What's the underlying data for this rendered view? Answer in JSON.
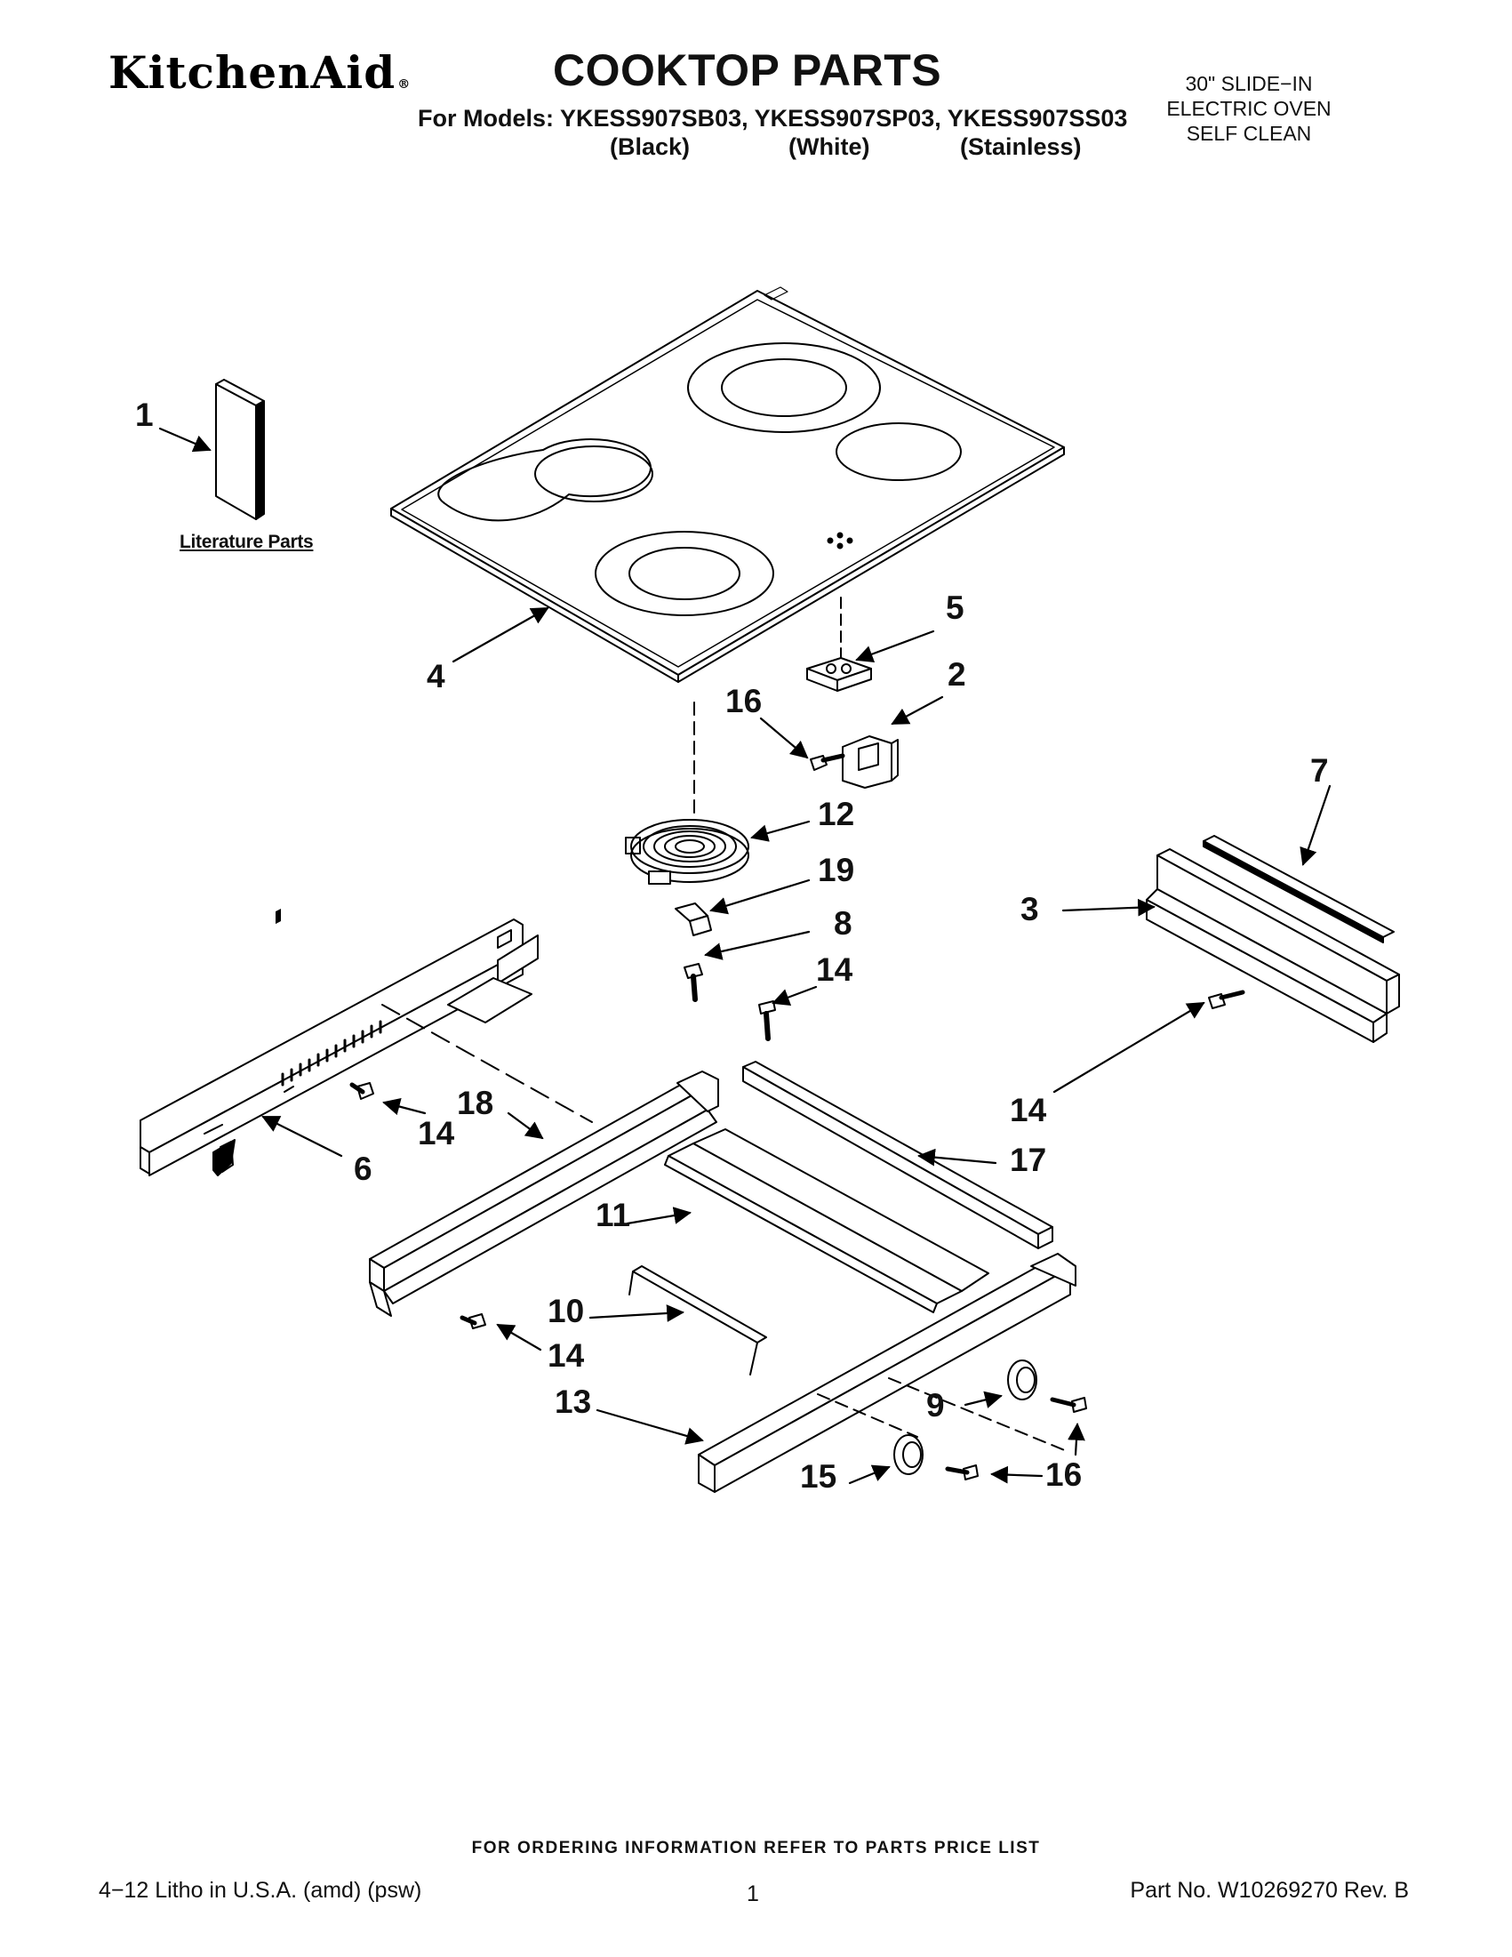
{
  "header": {
    "brand": "KitchenAid",
    "brand_mark": "®",
    "title": "COOKTOP PARTS",
    "models_line": "For Models: YKESS907SB03, YKESS907SP03, YKESS907SS03",
    "finishes": [
      "(Black)",
      "(White)",
      "(Stainless)"
    ],
    "product_type": [
      "30\" SLIDE−IN",
      "ELECTRIC OVEN",
      "SELF CLEAN"
    ]
  },
  "diagram": {
    "literature_label": "Literature Parts",
    "callouts": [
      "1",
      "4",
      "5",
      "2",
      "16",
      "12",
      "19",
      "8",
      "14",
      "7",
      "3",
      "14",
      "18",
      "14",
      "6",
      "17",
      "11",
      "10",
      "14",
      "13",
      "9",
      "15",
      "16"
    ]
  },
  "footer": {
    "ordering_note": "FOR ORDERING INFORMATION REFER TO PARTS PRICE LIST",
    "litho": "4−12 Litho in U.S.A. (amd) (psw)",
    "page_number": "1",
    "part_number": "Part No. W10269270 Rev. B"
  }
}
